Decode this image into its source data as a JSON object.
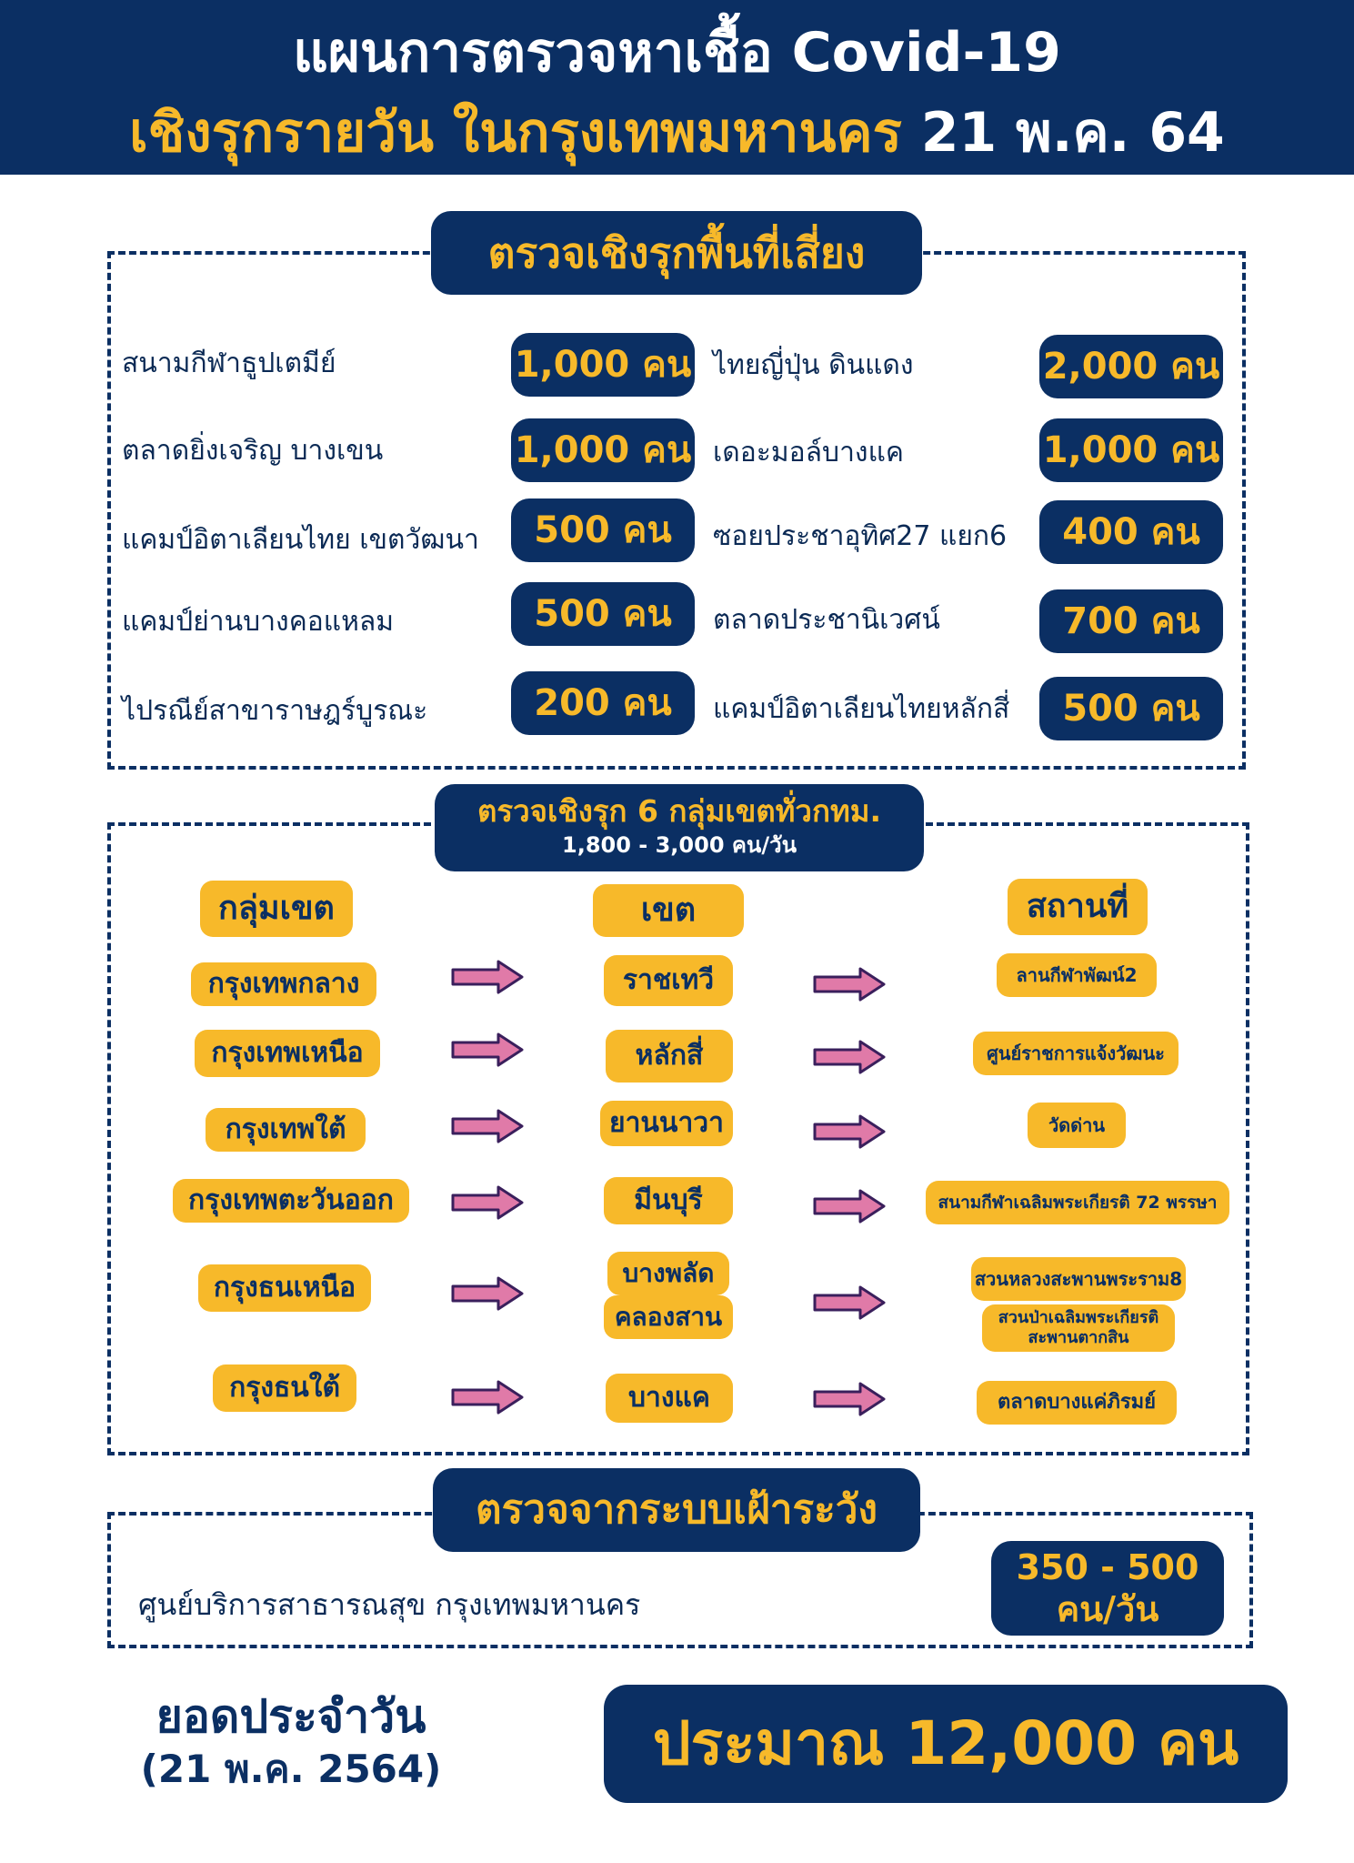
{
  "header": {
    "line1": "แผนการตรวจหาเชื้อ Covid-19",
    "line2_main": "เชิงรุกรายวัน ในกรุงเทพมหานคร",
    "line2_date": "21 พ.ค. 64"
  },
  "section1": {
    "title": "ตรวจเชิงรุกพื้นที่เสี่ยง",
    "left": [
      {
        "name": "สนามกีฬาธูปเตมีย์",
        "count": "1,000 คน"
      },
      {
        "name": "ตลาดยิ่งเจริญ บางเขน",
        "count": "1,000 คน"
      },
      {
        "name": "แคมป์อิตาเลียนไทย เขตวัฒนา",
        "count": "500 คน"
      },
      {
        "name": "แคมป์ย่านบางคอแหลม",
        "count": "500 คน"
      },
      {
        "name": "ไปรณีย์สาขาราษฎร์บูรณะ",
        "count": "200 คน"
      }
    ],
    "right": [
      {
        "name": "ไทยญี่ปุ่น ดินแดง",
        "count": "2,000 คน"
      },
      {
        "name": "เดอะมอล์บางแค",
        "count": "1,000 คน"
      },
      {
        "name": "ซอยประชาอุทิศ27 แยก6",
        "count": "400 คน"
      },
      {
        "name": "ตลาดประชานิเวศน์",
        "count": "700 คน"
      },
      {
        "name": "แคมป์อิตาเลียนไทยหลักสี่",
        "count": "500 คน"
      }
    ]
  },
  "section2": {
    "title": "ตรวจเชิงรุก 6 กลุ่มเขตทั่วกทม.",
    "subtitle": "1,800 - 3,000 คน/วัน",
    "col_group": "กลุ่มเขต",
    "col_district": "เขต",
    "col_place": "สถานที่",
    "rows": [
      {
        "group": "กรุงเทพกลาง",
        "districts": [
          "ราชเทวี"
        ],
        "places": [
          "ลานกีฬาพัฒน์2"
        ]
      },
      {
        "group": "กรุงเทพเหนือ",
        "districts": [
          "หลักสี่"
        ],
        "places": [
          "ศูนย์ราชการแจ้งวัฒนะ"
        ]
      },
      {
        "group": "กรุงเทพใต้",
        "districts": [
          "ยานนาวา"
        ],
        "places": [
          "วัดด่าน"
        ]
      },
      {
        "group": "กรุงเทพตะวันออก",
        "districts": [
          "มีนบุรี"
        ],
        "places": [
          "สนามกีฬาเฉลิมพระเกียรติ 72 พรรษา"
        ]
      },
      {
        "group": "กรุงธนเหนือ",
        "districts": [
          "บางพลัด",
          "คลองสาน"
        ],
        "places": [
          "สวนหลวงสะพานพระราม8",
          "สวนป่าเฉลิมพระเกียรติ สะพานตากสิน"
        ]
      },
      {
        "group": "กรุงธนใต้",
        "districts": [
          "บางแค"
        ],
        "places": [
          "ตลาดบางแค่ภิรมย์"
        ]
      }
    ]
  },
  "section3": {
    "title": "ตรวจจากระบบเฝ้าระวัง",
    "site": "ศูนย์บริการสาธารณสุข กรุงเทพมหานคร",
    "count_line1": "350 - 500",
    "count_line2": "คน/วัน"
  },
  "footer": {
    "label": "ยอดประจำวัน",
    "date": "(21 พ.ค. 2564)",
    "total": "ประมาณ 12,000 คน"
  },
  "colors": {
    "navy": "#0b2f63",
    "yellow": "#f7b92a",
    "arrow": "#e07aa8"
  }
}
